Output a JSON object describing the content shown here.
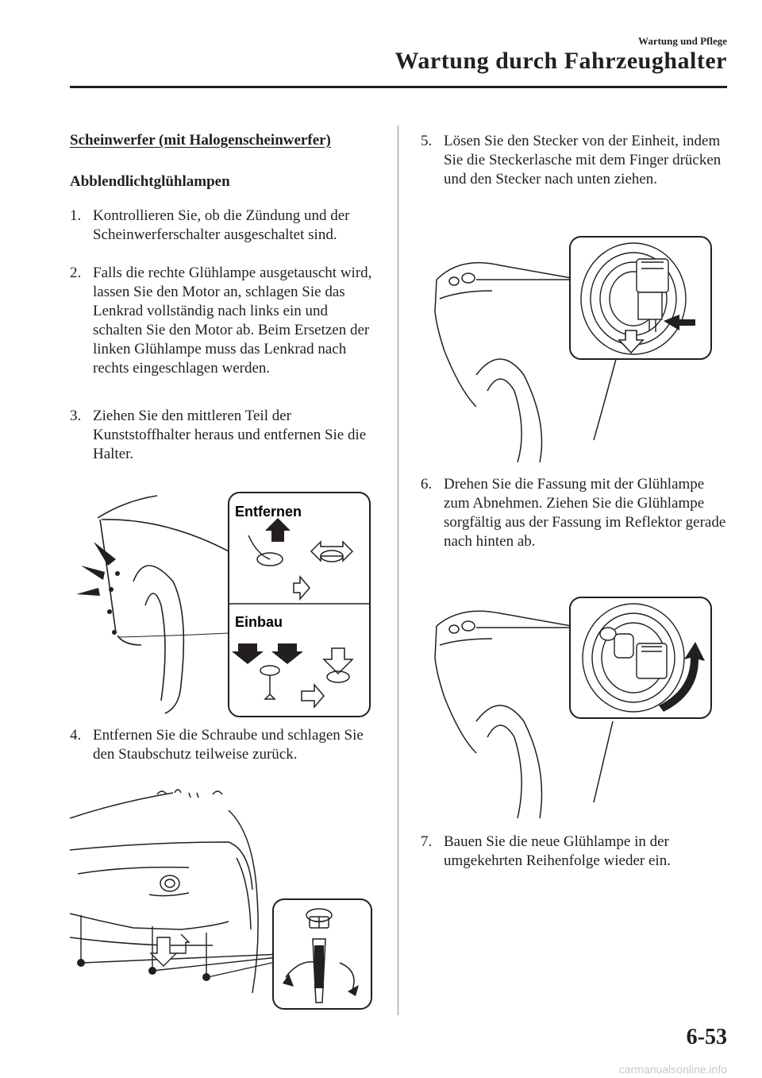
{
  "header": {
    "section": "Wartung und Pflege",
    "chapter": "Wartung durch Fahrzeughalter"
  },
  "content": {
    "title": "Scheinwerfer (mit Halogenscheinwerfer)",
    "subtitle": "Abblendlichtglühlampen",
    "steps": [
      {
        "num": "1.",
        "text": "Kontrollieren Sie, ob die Zündung und der Scheinwerferschalter ausgeschaltet sind."
      },
      {
        "num": "2.",
        "text": "Falls die rechte Glühlampe ausgetauscht wird, lassen Sie den Motor an, schlagen Sie das Lenkrad vollständig nach links ein und schalten Sie den Motor ab. Beim Ersetzen der linken Glühlampe muss das Lenkrad nach rechts eingeschlagen werden."
      },
      {
        "num": "3.",
        "text": "Ziehen Sie den mittleren Teil der Kunststoffhalter heraus und entfernen Sie die Halter."
      },
      {
        "num": "4.",
        "text": "Entfernen Sie die Schraube und schlagen Sie den Staubschutz teilweise zurück."
      },
      {
        "num": "5.",
        "text": "Lösen Sie den Stecker von der Einheit, indem Sie die Steckerlasche mit dem Finger drücken und den Stecker nach unten ziehen."
      },
      {
        "num": "6.",
        "text": "Drehen Sie die Fassung mit der Glühlampe zum Abnehmen. Ziehen Sie die Glühlampe sorgfältig aus der Fassung im Reflektor gerade nach hinten ab."
      },
      {
        "num": "7.",
        "text": "Bauen Sie die neue Glühlampe in der umgekehrten Reihenfolge wieder ein."
      }
    ],
    "figure_labels": {
      "remove": "Entfernen",
      "install": "Einbau"
    }
  },
  "footer": {
    "page_number": "6-53",
    "watermark": "carmanualsonline.info"
  }
}
